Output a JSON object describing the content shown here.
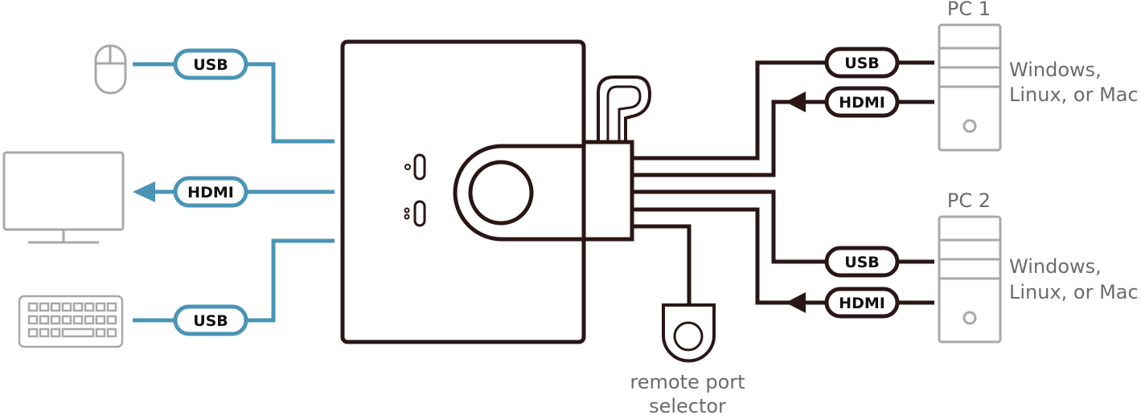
{
  "colors": {
    "blue_cable": "#4a94b6",
    "dark_cable": "#2a1616",
    "device_gray": "#a8a8a8",
    "text_gray": "#6b6b6b"
  },
  "console_side": {
    "mouse": {
      "icon": "mouse-icon",
      "connector": "USB"
    },
    "monitor": {
      "icon": "monitor-icon",
      "connector": "HDMI"
    },
    "keyboard": {
      "icon": "keyboard-icon",
      "connector": "USB"
    }
  },
  "pc1": {
    "title": "PC 1",
    "os_line1": "Windows,",
    "os_line2": "Linux, or Mac",
    "usb": "USB",
    "hdmi": "HDMI"
  },
  "pc2": {
    "title": "PC 2",
    "os_line1": "Windows,",
    "os_line2": "Linux, or Mac",
    "usb": "USB",
    "hdmi": "HDMI"
  },
  "remote": {
    "line1": "remote port",
    "line2": "selector"
  }
}
